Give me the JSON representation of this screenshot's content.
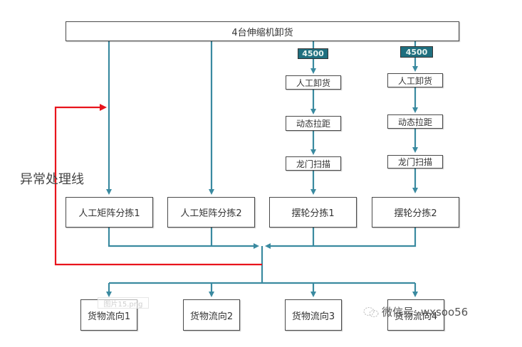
{
  "diagram": {
    "top_box": "4台伸缩机卸货",
    "badges": [
      "4500",
      "4500"
    ],
    "lanes": [
      {
        "steps": [
          "人工卸货",
          "动态拉距",
          "龙门扫描"
        ]
      },
      {
        "steps": [
          "人工卸货",
          "动态拉距",
          "龙门扫描"
        ]
      }
    ],
    "sorters": [
      "人工矩阵分拣1",
      "人工矩阵分拣2",
      "摆轮分拣1",
      "摆轮分拣2"
    ],
    "outputs": [
      "货物流向1",
      "货物流向2",
      "货物流向3",
      "货物流向4"
    ],
    "exception_label": "异常处理线",
    "colors": {
      "flow": "#3a8aa0",
      "exception": "#e8141c",
      "badge": "#1f6f7f"
    }
  },
  "watermarks": {
    "file_name": "图片15.png",
    "wechat": "微信号: wxsoo56"
  }
}
